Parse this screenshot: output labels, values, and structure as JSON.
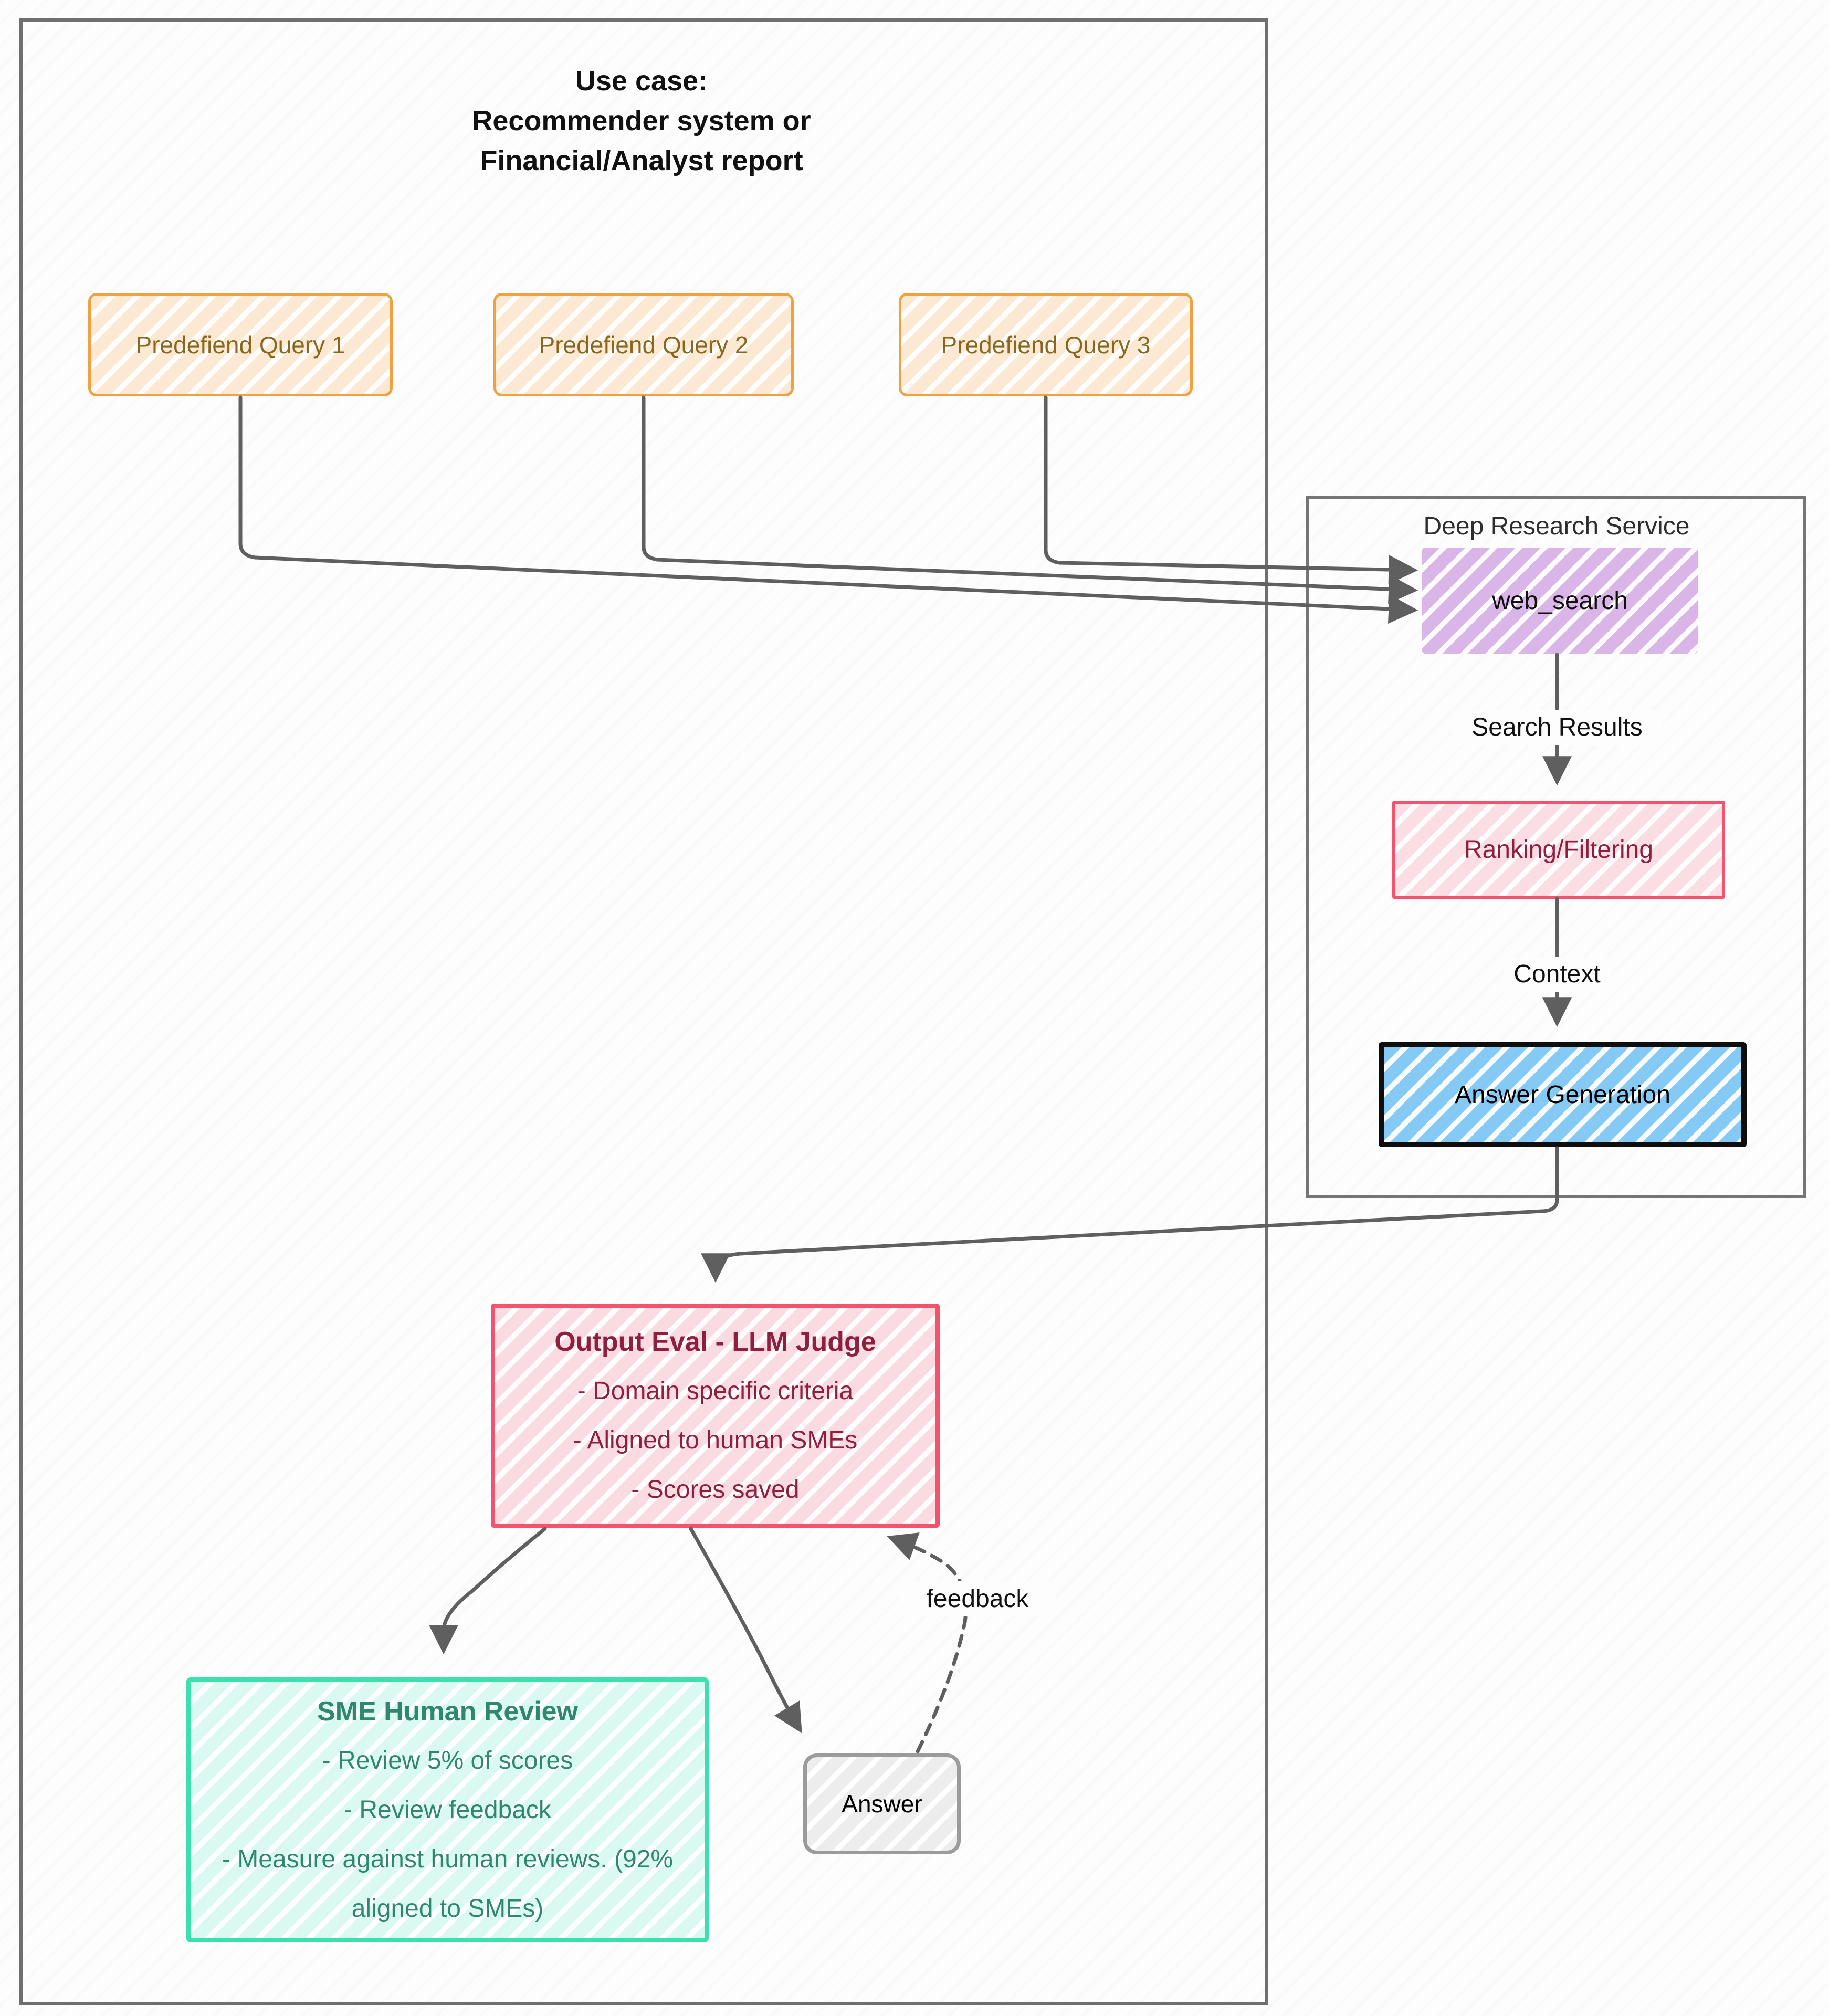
{
  "title": {
    "line1": "Use case:",
    "line2": "Recommender system or",
    "line3": "Financial/Analyst report"
  },
  "queries": [
    {
      "label": "Predefiend Query 1"
    },
    {
      "label": "Predefiend Query 2"
    },
    {
      "label": "Predefiend Query 3"
    }
  ],
  "deep_research_service": {
    "title": "Deep Research Service",
    "web_search_label": "web_search",
    "search_results_label": "Search Results",
    "ranking_label": "Ranking/Filtering",
    "context_label": "Context",
    "answer_generation_label": "Answer Generation"
  },
  "output_eval": {
    "title": "Output Eval - LLM Judge",
    "bullets": [
      "- Domain specific criteria",
      "- Aligned to human SMEs",
      "- Scores saved"
    ]
  },
  "sme_review": {
    "title": "SME Human Review",
    "bullets": [
      "- Review 5% of scores",
      "- Review feedback",
      "- Measure against human reviews. (92% aligned to SMEs)"
    ]
  },
  "answer": {
    "label": "Answer"
  },
  "feedback_label": "feedback",
  "palette": {
    "query_border": "#f0a243",
    "query_fill": "#fbe9d3",
    "query_text": "#8a671f",
    "web_search_fill": "#d9b5e8",
    "pink_border": "#f4536e",
    "pink_fill": "#fbdbe2",
    "pink_text": "#8e1f3e",
    "blue_fill": "#85c9f5",
    "teal_border": "#3cdfb0",
    "teal_fill": "#d9f9f1",
    "teal_text": "#31876c",
    "answer_border": "#9b9b9b",
    "answer_fill": "#ededed",
    "wire_gray": "#5f5f5f",
    "frame_gray": "#6f6f6f"
  }
}
